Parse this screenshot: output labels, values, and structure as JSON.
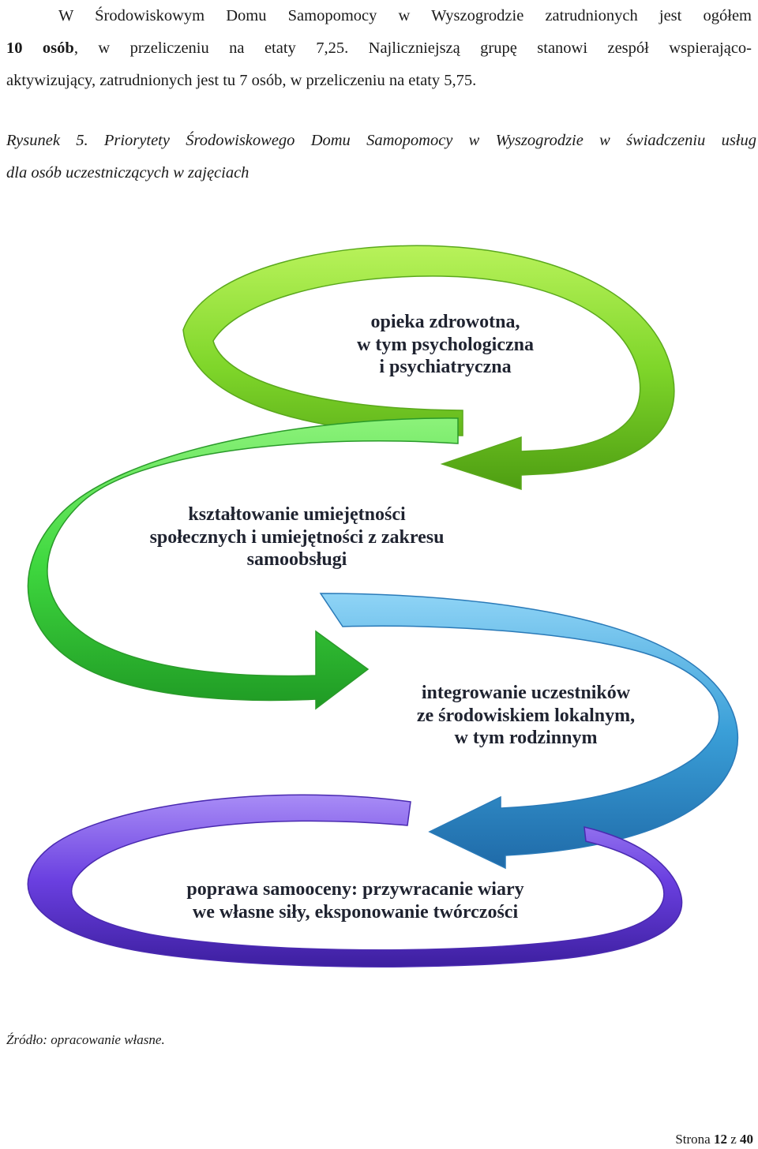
{
  "paragraph": {
    "line1": "W Środowiskowym Domu Samopomocy w Wyszogrodzie zatrudnionych jest ogółem",
    "line2_bold": "10 osób",
    "line2_rest": ", w przeliczeniu na etaty 7,25. Najliczniejszą grupę stanowi zespół wspierająco-",
    "line3": "aktywizujący, zatrudnionych jest tu 7 osób, w przeliczeniu na etaty 5,75."
  },
  "caption": {
    "line1": "Rysunek 5. Priorytety Środowiskowego Domu Samopomocy w Wyszogrodzie w świadczeniu usług",
    "line2": "dla osób uczestniczących w zajęciach"
  },
  "diagram": {
    "items": [
      {
        "lines": [
          "opieka zdrowotna,",
          "w tym psychologiczna",
          "i psychiatryczna"
        ],
        "color": "#7fd62a"
      },
      {
        "lines": [
          "kształtowanie umiejętności",
          "społecznych i umiejętności z zakresu",
          "samoobsługi"
        ],
        "color": "#3fd83f"
      },
      {
        "lines": [
          "integrowanie uczestników",
          "ze środowiskiem lokalnym,",
          "w tym rodzinnym"
        ],
        "color": "#3a9fd8"
      },
      {
        "lines": [
          "poprawa samooceny: przywracanie wiary",
          "we własne siły, eksponowanie twórczości"
        ],
        "color": "#6a3fe0"
      }
    ]
  },
  "source": "Źródło: opracowanie własne.",
  "footer": {
    "prefix": "Strona ",
    "page": "12",
    "middle": " z ",
    "total": "40"
  }
}
